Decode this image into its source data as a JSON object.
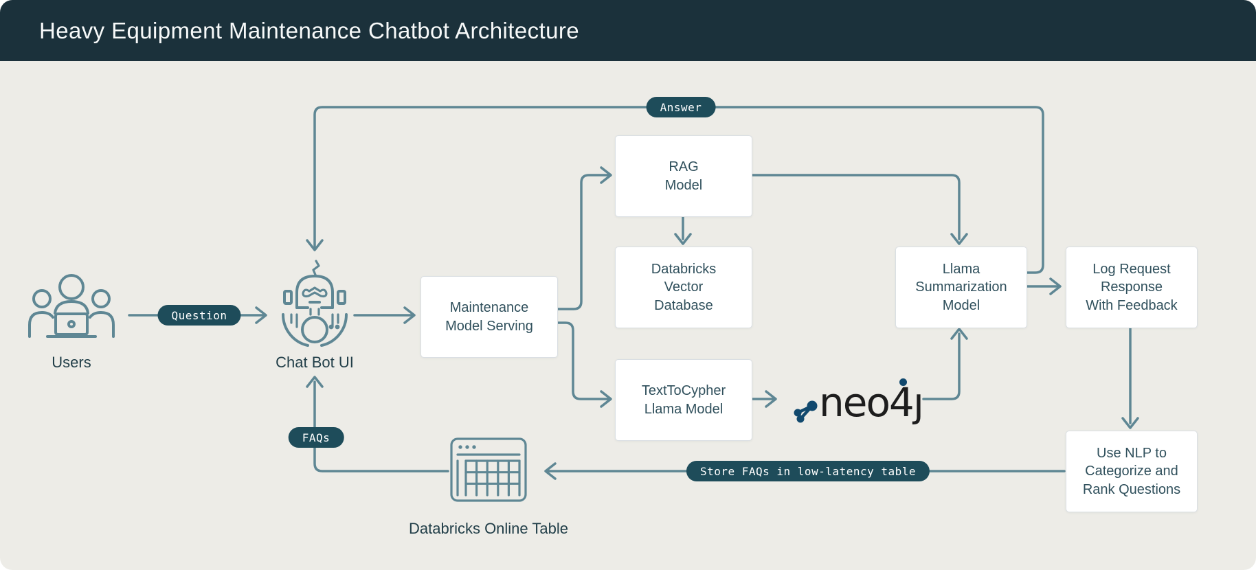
{
  "header": {
    "title": "Heavy Equipment Maintenance Chatbot Architecture"
  },
  "palette": {
    "header_bg": "#1B313B",
    "canvas_bg": "#EDECE7",
    "line_color": "#5F8794",
    "pill_bg": "#1E4C5A",
    "pill_text": "#FFFFFF",
    "box_bg": "#FFFFFF",
    "box_border": "#DADFE3",
    "box_text": "#30505C",
    "caption_text": "#213E48",
    "neo4j_text_color": "#1D1D1D",
    "neo4j_accent": "#11496E"
  },
  "boxes": [
    {
      "id": "maintenance-model-serving",
      "label": "Maintenance\nModel Serving"
    },
    {
      "id": "rag-model",
      "label": "RAG\nModel"
    },
    {
      "id": "databricks-vector-database",
      "label": "Databricks\nVector\nDatabase"
    },
    {
      "id": "texttocypher-llama-model",
      "label": "TextToCypher\nLlama Model"
    },
    {
      "id": "llama-summarization-model",
      "label": "Llama\nSummarization\nModel"
    },
    {
      "id": "log-request-response",
      "label": "Log Request\nResponse\nWith Feedback"
    },
    {
      "id": "use-nlp",
      "label": "Use NLP to\nCategorize and\nRank Questions"
    }
  ],
  "pills": [
    {
      "id": "question",
      "label": "Question"
    },
    {
      "id": "answer",
      "label": "Answer"
    },
    {
      "id": "faqs",
      "label": "FAQs"
    },
    {
      "id": "store-faqs",
      "label": "Store FAQs in low-latency table"
    }
  ],
  "captions": {
    "users": "Users",
    "chatbot": "Chat Bot UI",
    "online_table": "Databricks Online Table"
  },
  "logos": {
    "neo4j_name": "neo4j",
    "neo4j_prefix": "neo4",
    "neo4j_suffix_dotless": "ȷ"
  }
}
